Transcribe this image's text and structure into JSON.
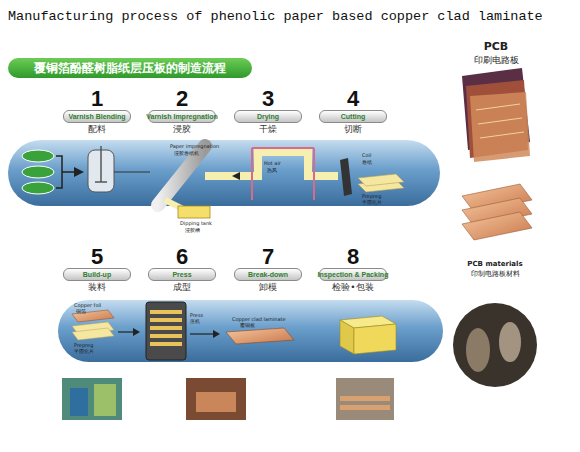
{
  "diagram": {
    "title": "Manufacturing process of phenolic paper based copper clad laminate",
    "nodes": [
      {
        "text": [
          "覆铜箔酚醛树脂纸层压板的制造流程"
        ]
      },
      {
        "text": [
          "1",
          "Varnish Blending",
          "配料"
        ]
      },
      {
        "text": [
          "2",
          "Varnish Impregnation",
          "浸胶"
        ]
      },
      {
        "text": [
          "3",
          "Drying",
          "干燥"
        ]
      },
      {
        "text": [
          "4",
          "Cutting",
          "切断"
        ]
      },
      {
        "text": [
          "5",
          "Build-up",
          "装料"
        ]
      },
      {
        "text": [
          "6",
          "Press",
          "成型"
        ]
      },
      {
        "text": [
          "7",
          "Break-down",
          "卸模"
        ]
      },
      {
        "text": [
          "8",
          "Inspection & Packing",
          "检验•包装"
        ]
      }
    ],
    "labels": [
      "PCB",
      "印刷电路板",
      "PCB materials",
      "印制电路板材料",
      "Paper impregnation",
      "浸胶卷纸机",
      "Dipping tank",
      "浸胶槽",
      "Hot air",
      "热风",
      "Coil",
      "卷纸",
      "Prepreg",
      "半固化片",
      "Copper foil",
      "铜箔",
      "Prepreg",
      "半固化片",
      "Press",
      "压机",
      "Copper clad laminate",
      "覆铜板"
    ]
  }
}
